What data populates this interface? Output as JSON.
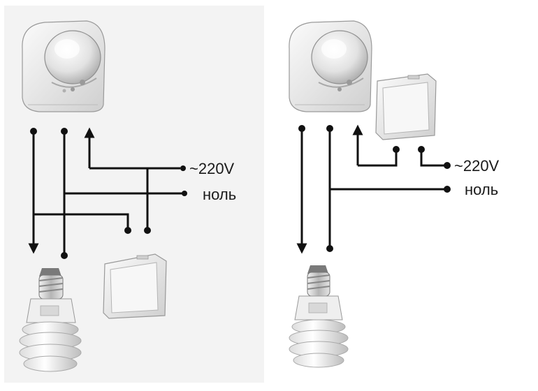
{
  "diagrams": [
    {
      "id": "left",
      "devices": [
        "motion-sensor",
        "light-switch",
        "energy-saving-lamp"
      ],
      "labels": {
        "phase": "~220V",
        "neutral": "ноль"
      }
    },
    {
      "id": "right",
      "devices": [
        "motion-sensor",
        "light-switch",
        "energy-saving-lamp"
      ],
      "labels": {
        "phase": "~220V",
        "neutral": "ноль"
      }
    }
  ],
  "colors": {
    "wire": "#111111",
    "device_body": "#e6e6e6",
    "background": "#ffffff"
  }
}
